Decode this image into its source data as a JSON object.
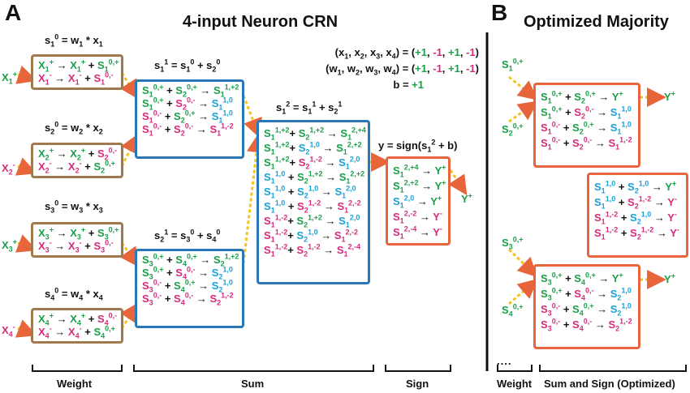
{
  "panel_a": {
    "letter": "A",
    "title": "4-input Neuron CRN",
    "inputs": [
      {
        "var": "X",
        "sub": "1",
        "sup": "+"
      },
      {
        "var": "X",
        "sub": "2",
        "sup": "-"
      },
      {
        "var": "X",
        "sub": "3",
        "sup": "+"
      },
      {
        "var": "X",
        "sub": "4",
        "sup": "-"
      }
    ],
    "weight_eqs": [
      "s₁⁰ = w₁ * x₁",
      "s₂⁰ = w₂ * x₂",
      "s₃⁰ = w₃ * x₃",
      "s₄⁰ = w₄ * x₄"
    ],
    "sum_eqs": [
      "s₁¹ = s₁⁰ + s₂⁰",
      "s₂¹ = s₃⁰ + s₄⁰",
      "s₁² = s₁¹ + s₂¹"
    ],
    "sign_eq": "y = sign(s₁² + b)",
    "params": {
      "x_line": "(x₁, x₂, x₃, x₄) = (",
      "w_line": "(w₁, w₂, w₃, w₄) = (",
      "b_line": "b = ",
      "x_vals": [
        "+1",
        "-1",
        "+1",
        "-1"
      ],
      "w_vals": [
        "+1",
        "-1",
        "+1",
        "-1"
      ],
      "b_val": "+1"
    },
    "output": "Y⁺",
    "bracket_labels": [
      "Weight",
      "Sum",
      "Sign"
    ]
  },
  "panel_b": {
    "letter": "B",
    "title": "Optimized Majority",
    "inputs": [
      "S₁⁰,⁺",
      "S₂⁰,⁺",
      "S₃⁰,⁺",
      "S₄⁰,⁺"
    ],
    "outputs": [
      "Y⁺",
      "Y⁺"
    ],
    "bracket_labels": [
      "Weight",
      "Sum and Sign (Optimized)"
    ],
    "dots": "...."
  }
}
